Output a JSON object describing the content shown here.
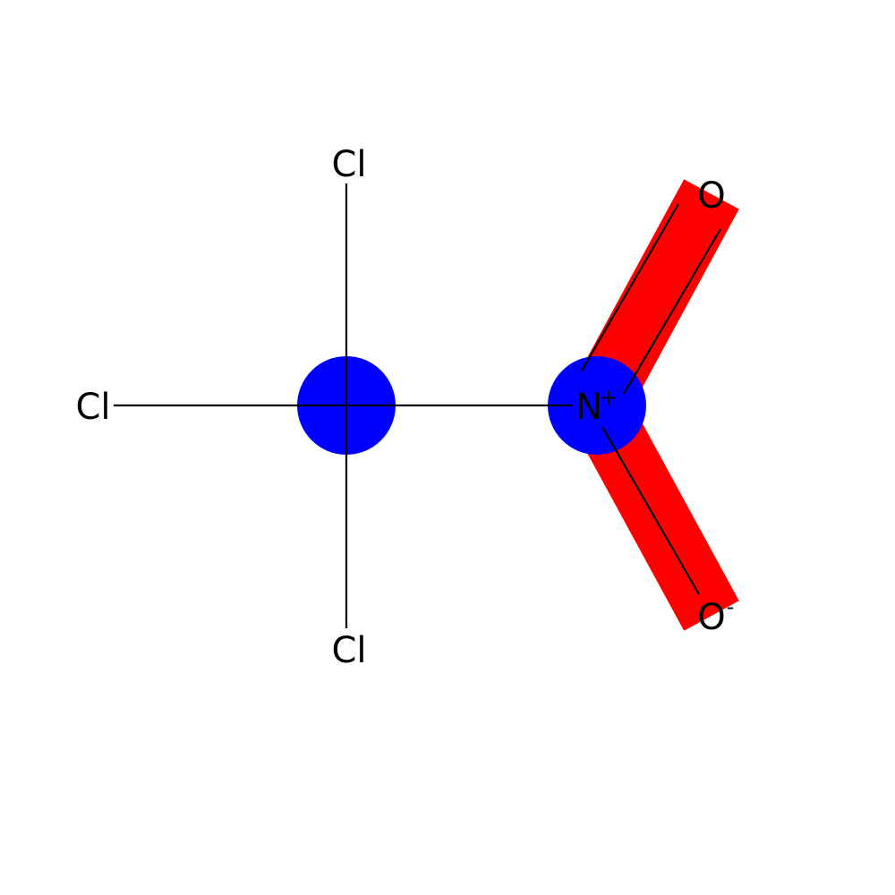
{
  "molecule": {
    "atoms": {
      "cl_top": {
        "symbol": "Cl"
      },
      "cl_left": {
        "symbol": "Cl"
      },
      "cl_bottom": {
        "symbol": "Cl"
      },
      "n": {
        "symbol": "N",
        "charge": "+"
      },
      "o_top": {
        "symbol": "O"
      },
      "o_bottom": {
        "symbol": "O",
        "charge": "-"
      }
    },
    "colors": {
      "atom_highlight": "#0000FF",
      "bond_highlight": "#FF0000",
      "bond_line": "#000000",
      "label": "#000000"
    }
  }
}
